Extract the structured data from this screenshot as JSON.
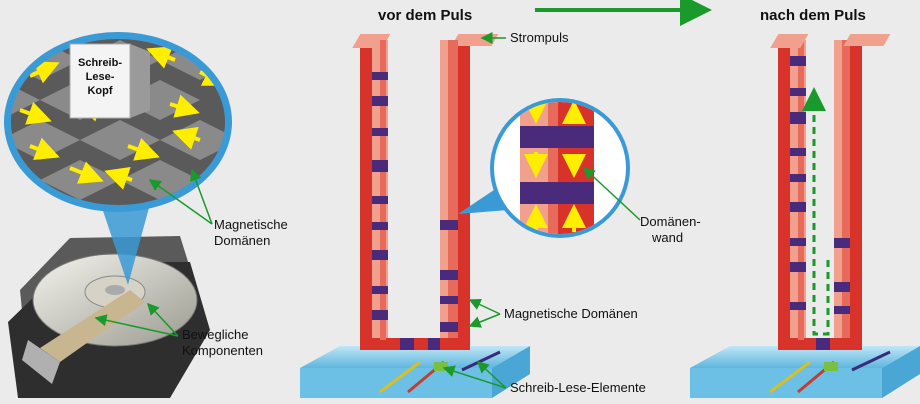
{
  "headers": {
    "before": "vor dem Puls",
    "after": "nach dem Puls"
  },
  "labels": {
    "head_line1": "Schreib-",
    "head_line2": "Lese-",
    "head_line3": "Kopf",
    "magnetic_domains_line1": "Magnetische",
    "magnetic_domains_line2": "Domänen",
    "moving_parts_line1": "Bewegliche",
    "moving_parts_line2": "Komponenten",
    "current_pulse": "Strompuls",
    "domain_wall_line1": "Domänen-",
    "domain_wall_line2": "wand",
    "magnetic_domains_mid": "Magnetische Domänen",
    "rw_elements": "Schreib-Lese-Elemente"
  },
  "colors": {
    "wire_red": "#d8332a",
    "wire_pink": "#f0a08c",
    "domain_purple": "#4a2a7a",
    "arrow_yellow": "#ffee00",
    "pointer_green": "#1a9a2a",
    "substrate_blue": "#8fd0ec",
    "lens_blue": "#3a9ad6"
  }
}
